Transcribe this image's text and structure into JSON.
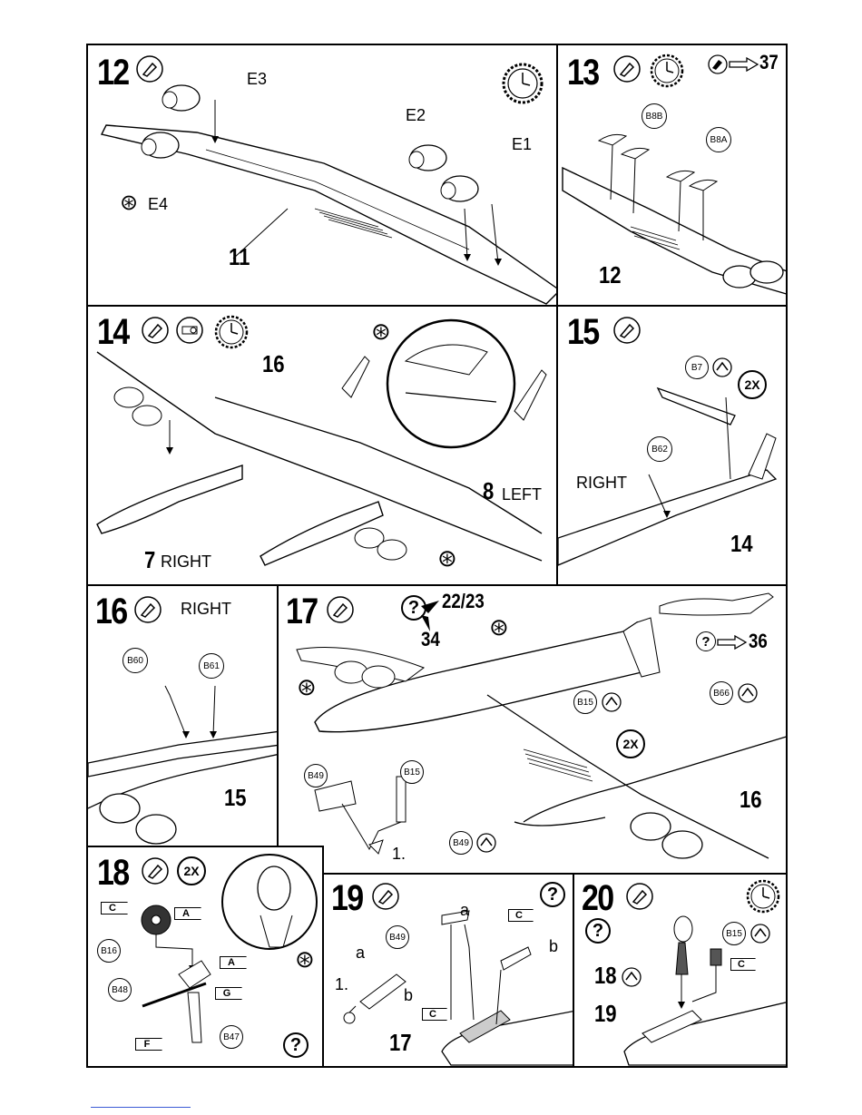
{
  "steps": {
    "s12": {
      "num": "12",
      "labels": {
        "e3": "E3",
        "e2": "E2",
        "e1": "E1",
        "e4": "E4",
        "part": "11"
      }
    },
    "s13": {
      "num": "13",
      "ref": "37",
      "labels": {
        "b8b": "B8B",
        "b8a": "B8A",
        "part": "12"
      }
    },
    "s14": {
      "num": "14",
      "labels": {
        "part16": "16",
        "part8": "8",
        "left": "LEFT",
        "part7": "7",
        "right": "RIGHT"
      }
    },
    "s15": {
      "num": "15",
      "labels": {
        "b7": "B7",
        "times": "2X",
        "b62": "B62",
        "right": "RIGHT",
        "part": "14"
      }
    },
    "s16": {
      "num": "16",
      "labels": {
        "right": "RIGHT",
        "b60": "B60",
        "b61": "B61",
        "part": "15"
      }
    },
    "s17": {
      "num": "17",
      "labels": {
        "ref1": "22/23",
        "ref2": "34",
        "ref3": "36",
        "b15": "B15",
        "b66": "B66",
        "times": "2X",
        "b49a": "B49",
        "b15b": "B15",
        "one": "1.",
        "b49b": "B49",
        "part": "16"
      }
    },
    "s18": {
      "num": "18",
      "labels": {
        "times": "2X",
        "c": "C",
        "a1": "A",
        "b16": "B16",
        "a2": "A",
        "b48": "B48",
        "g": "G",
        "f": "F",
        "b47": "B47"
      }
    },
    "s19": {
      "num": "19",
      "labels": {
        "a1": "a",
        "b49": "B49",
        "one": "1.",
        "b1": "b",
        "a2": "a",
        "c1": "C",
        "b2": "b",
        "c2": "C",
        "part": "17"
      }
    },
    "s20": {
      "num": "20",
      "labels": {
        "b15": "B15",
        "c": "C",
        "part18": "18",
        "part19": "19"
      }
    }
  },
  "icons": [
    "glue-icon",
    "clock-icon",
    "paint-icon",
    "flip-icon",
    "optional-icon",
    "help-icon",
    "arrow-ref-icon"
  ]
}
